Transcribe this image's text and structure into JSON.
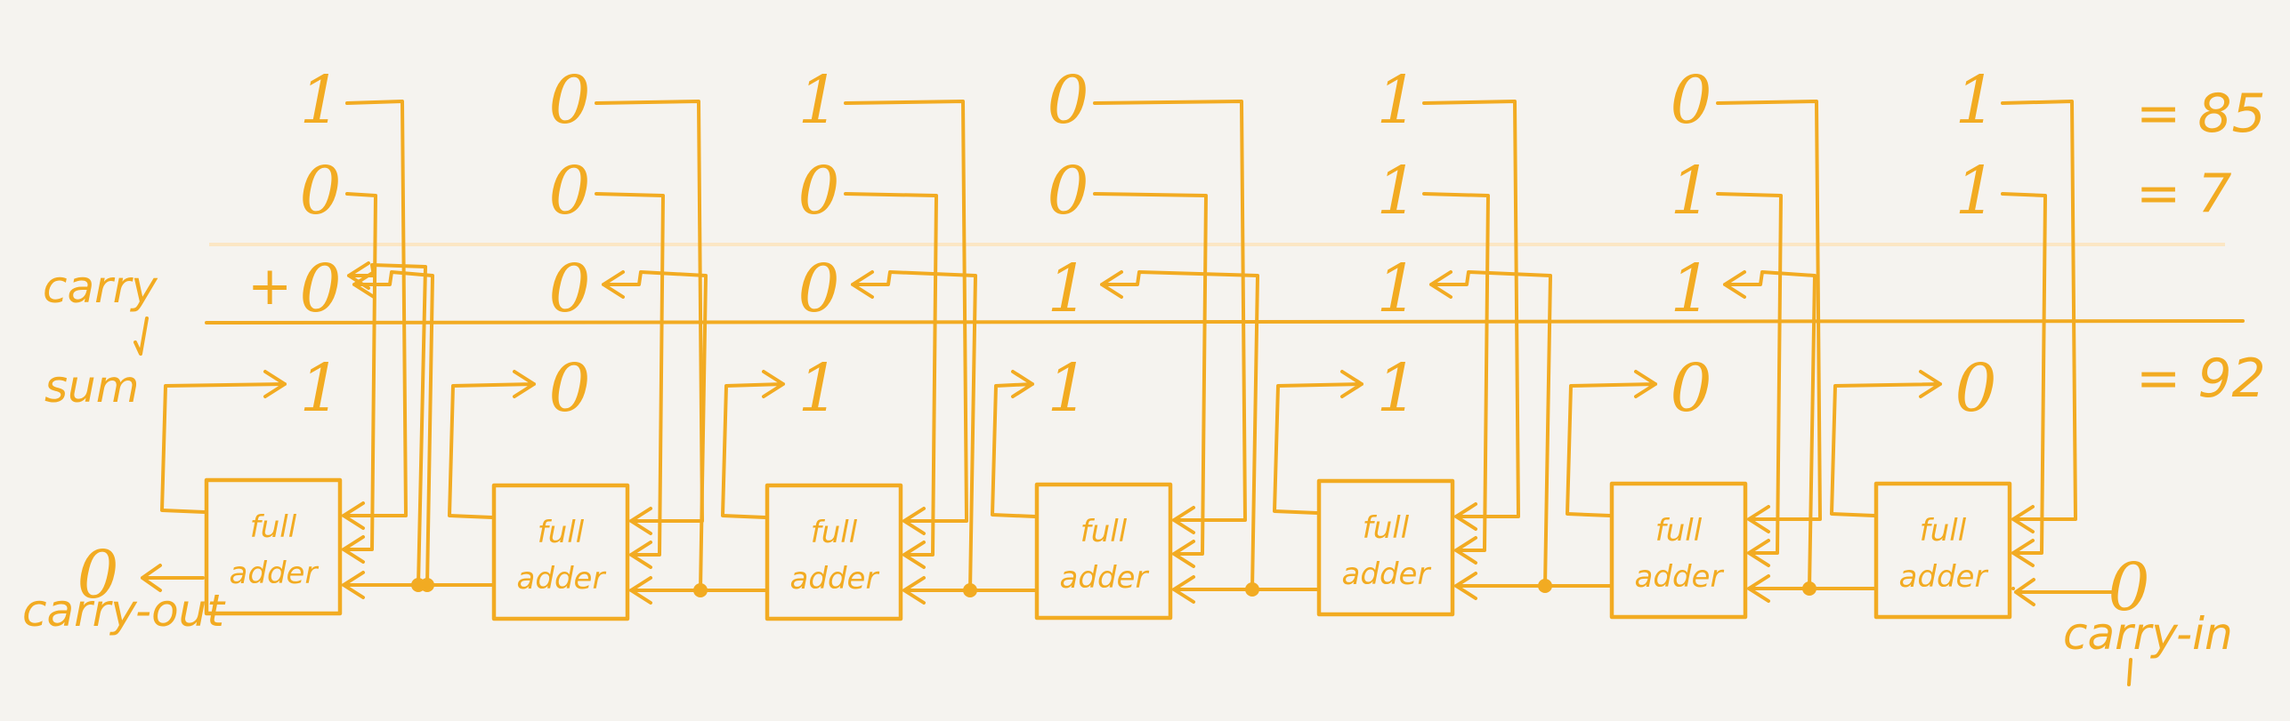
{
  "labels": {
    "carry": "carry",
    "sum": "sum",
    "plus": "+",
    "carry_out": "carry-out",
    "carry_in": "carry-in",
    "adder_line1": "full",
    "adder_line2": "adder"
  },
  "operand_a": {
    "bits": [
      "1",
      "0",
      "1",
      "0",
      "1",
      "0",
      "1"
    ],
    "result": "= 85"
  },
  "operand_b": {
    "bits": [
      "0",
      "0",
      "0",
      "0",
      "1",
      "1",
      "1"
    ],
    "result": "= 7"
  },
  "carry_row": {
    "bits": [
      "0",
      "0",
      "0",
      "1",
      "1",
      "1",
      ""
    ]
  },
  "sum_row": {
    "bits": [
      "1",
      "0",
      "1",
      "1",
      "1",
      "0",
      "0"
    ],
    "result": "= 92"
  },
  "carry_out_value": "0",
  "carry_in_value": "0",
  "colors": {
    "ink": "#f2ab22",
    "guide": "#fbe6c4",
    "background": "#f5f3ef"
  }
}
